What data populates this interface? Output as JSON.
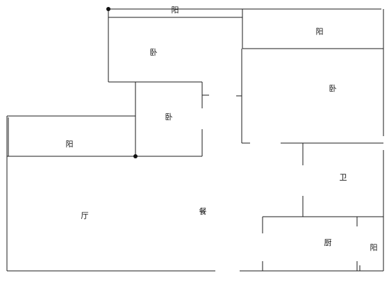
{
  "floorplan": {
    "rooms": {
      "balcony_top": "阳",
      "balcony_top_right": "阳",
      "bedroom_top_left": "卧",
      "bedroom_right": "卧",
      "bedroom_middle": "卧",
      "balcony_left": "阳",
      "bathroom": "卫",
      "living_room": "厅",
      "dining": "餐",
      "kitchen": "厨",
      "balcony_bottom_right": "阳"
    },
    "colors": {
      "wall": "#1a1a1a",
      "label": "#111111",
      "background": "#ffffff"
    }
  }
}
